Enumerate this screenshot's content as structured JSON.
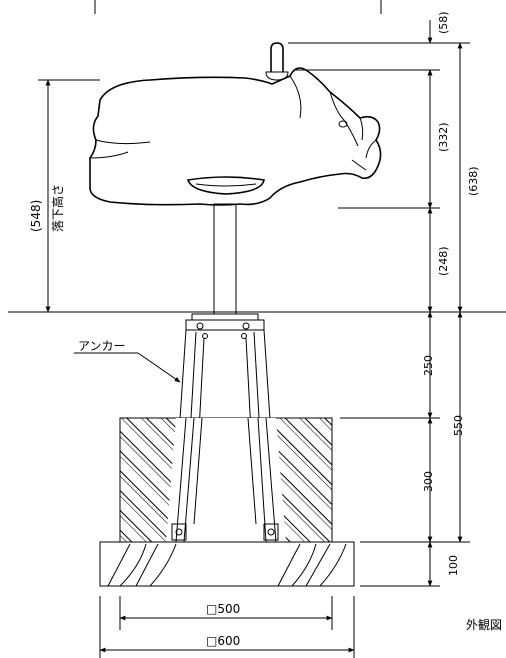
{
  "labels": {
    "anchor": "アンカー",
    "drop_height_value": "(548)",
    "drop_height_text": "落下高さ",
    "exterior_view": "外観図"
  },
  "dimensions": {
    "handle_top": "(58)",
    "body_height": "(332)",
    "seat_height": "(248)",
    "overall_height": "(638)",
    "post_above_foundation": "250",
    "foundation_depth": "300",
    "embed_total": "550",
    "base_slab": "100",
    "width_inner": "□500",
    "width_outer": "□600"
  }
}
